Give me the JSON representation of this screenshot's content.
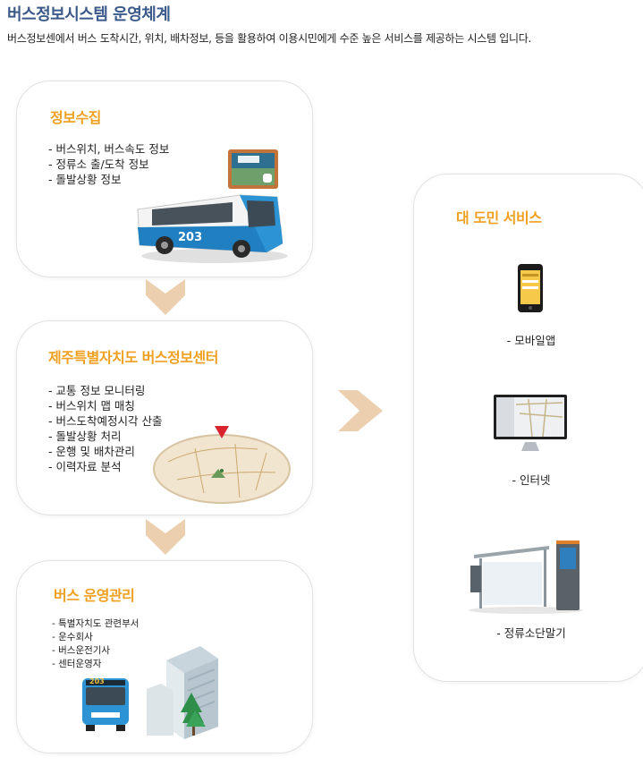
{
  "header": {
    "title": "버스정보시스템 운영체계",
    "description": "버스정보센에서 버스 도착시간, 위치, 배차정보, 등을 활용하여 이용시민에게 수준 높은 서비스를 제공하는 시스템 입니다."
  },
  "collect": {
    "title": "정보수집",
    "items": [
      "- 버스위치,  버스속도 정보",
      "- 정류소 출/도착 정보",
      "- 돌발상황 정보"
    ],
    "bus_number": "203"
  },
  "center": {
    "title": "제주특별자치도 버스정보센터",
    "items": [
      "- 교통 정보 모니터링",
      "- 버스위치 맵 매칭",
      "- 버스도착예정시각 산출",
      "- 돌발상황 처리",
      "- 운행 및 배차관리",
      "- 이력자료 분석"
    ]
  },
  "operation": {
    "title": "버스 운영관리",
    "items": [
      "- 특별자치도 관련부서",
      "- 운수회사",
      "- 버스운전기사",
      "- 센터운영자"
    ],
    "bus_number": "203"
  },
  "service": {
    "title": "대 도민 서비스",
    "mobile": "- 모바일앱",
    "internet": "- 인터넷",
    "terminal": "- 정류소단말기"
  },
  "colors": {
    "accent": "#f0a020",
    "title": "#3b5a8a",
    "arrow": "#eccfae"
  }
}
